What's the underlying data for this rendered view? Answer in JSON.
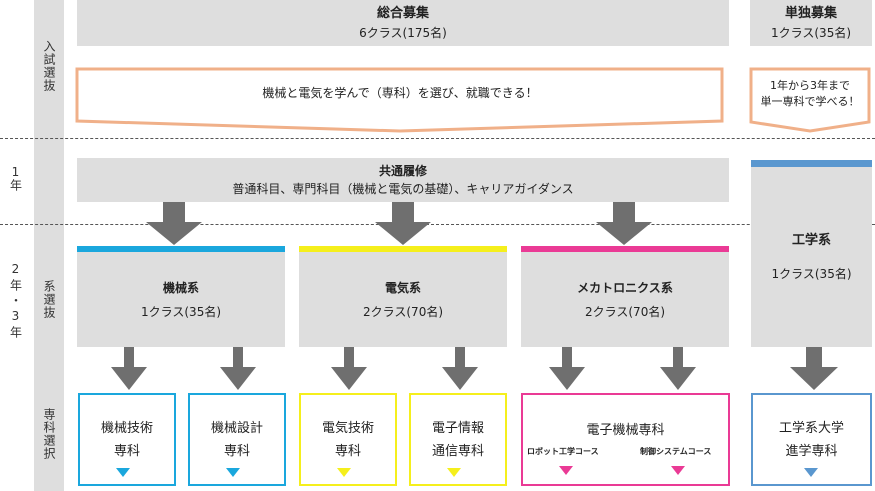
{
  "side": {
    "stage1": "入試選抜",
    "year1": "1年",
    "year23": "2年・3年",
    "stage2": "系選抜",
    "stage3": "専科選択"
  },
  "general": {
    "title": "総合募集",
    "sub": "6クラス(175名)",
    "banner": "機械と電気を学んで（専科）を選び、就職できる！"
  },
  "single": {
    "title": "単独募集",
    "sub": "1クラス(35名)",
    "banner_line1": "1年から3年まで",
    "banner_line2": "単一専科で学べる！"
  },
  "common": {
    "title": "共通履修",
    "sub": "普通科目、専門科目（機械と電気の基礎）、キャリアガイダンス"
  },
  "systems": [
    {
      "name": "機械系",
      "classes": "1クラス(35名)"
    },
    {
      "name": "電気系",
      "classes": "2クラス(70名)"
    },
    {
      "name": "メカトロニクス系",
      "classes": "2クラス(70名)"
    }
  ],
  "engineering": {
    "name": "工学系",
    "classes": "1クラス(35名)"
  },
  "specialties": [
    {
      "line1": "機械技術",
      "line2": "専科"
    },
    {
      "line1": "機械設計",
      "line2": "専科"
    },
    {
      "line1": "電気技術",
      "line2": "専科"
    },
    {
      "line1": "電子情報",
      "line2": "通信専科"
    },
    {
      "line1": "電子機械専科",
      "course1": "ロボット工学コース",
      "course2": "制御システムコース"
    },
    {
      "line1": "工学系大学",
      "line2": "進学専科"
    }
  ],
  "colors": {
    "machine": "#1aa7dd",
    "electric": "#f5ef1c",
    "mecha": "#ea3a95",
    "engineering": "#5a97cf",
    "banner_border": "#f0b089",
    "arrow": "#6f6f6f",
    "panel": "#dedede"
  }
}
